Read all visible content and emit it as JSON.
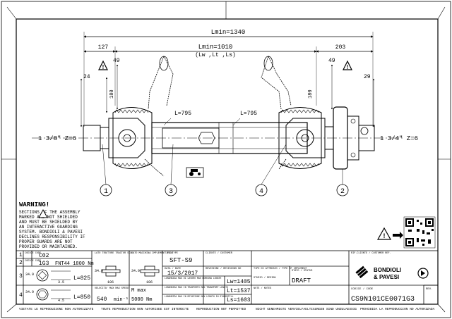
{
  "dimensions": {
    "total_length": "Lmin=1340",
    "inner_length": "Lmin=1010",
    "inner_sub": "(Lw ,Lt ,Ls)",
    "left_offset": "127",
    "right_offset": "203",
    "left_49": "49",
    "right_49": "49",
    "left_24": "24",
    "right_29": "29",
    "left_dia": "180",
    "right_dia": "180",
    "left_guard": "L=795",
    "right_guard": "L=795"
  },
  "shafts": {
    "left": "1 3/8\" Z=6",
    "right": "1 3/4\" Z=6"
  },
  "callouts": [
    "1",
    "2",
    "3",
    "4"
  ],
  "warning": {
    "title": "WARNING!",
    "lines": [
      "SECTIONS OF THE ASSEMBLY",
      "MARKED     ARE NOT SHIELDED",
      "AND MUST BE SHIELDED BY",
      "AN INTERACTIVE GUARDING",
      "SYSTEM. BONDIOLI & PAVESI",
      "DECLINES RESPONSIBILITY IF",
      "PROPER GUARDS ARE NOT",
      "PROVIDED OR MAINTAINED."
    ]
  },
  "table": {
    "rows": [
      {
        "num": "1",
        "code_label": "CODICE CODE",
        "code": "C02"
      },
      {
        "num": "2",
        "code_label": "CODICE CODE",
        "code": "1G3",
        "spec": "FNT44 1800 Nm"
      },
      {
        "num": "3",
        "code": "L=825",
        "dim1": "34.9",
        "dim2": "3.5"
      },
      {
        "num": "4",
        "code": "L=850",
        "dim1": "34.9",
        "dim2": "4.5"
      }
    ],
    "type_label": "LATO TRATTORE TRACTOR SIDE",
    "impl_label": "LATO MACCHINA IMPLEMENT SIDE",
    "dims": [
      "34.9",
      "106",
      "34.9",
      "106"
    ],
    "speed_label": "VELOCITA' MAX MAX SPEED",
    "speed": "540",
    "speed_unit": "min⁻¹",
    "torque_label": "M max",
    "torque": "5000 Nm",
    "tipo_label": "TIPO-TYPE",
    "tipo": "SFT-S9",
    "date_label": "DATA / DATE",
    "date": "15/3/2017",
    "cliente_label": "CLIENTE / CUSTOMER",
    "lw_label": "LUNGHEZZA MAX DI LAVORO MAX WORKING LENGTH",
    "lw": "Lw=1405",
    "lt_label": "LUNGHEZZA MAX IN TRASPORTO MAX TRANSPORT LENGTH",
    "lt": "Lt=1537",
    "ls_label": "LUNGHEZZA MAX IN ROTAZIONE MAX LENGTH IN STANDSTILL",
    "ls": "Ls=1603",
    "revisioni_label": "REVISIONI / REVISIONS NO",
    "tipo_attrezzo_label": "TIPO DI ATTREZZO / TYPE OF IMPLEMENT",
    "studio_label": "STUDIO / DESIGN",
    "stato_label": "STATO / STATUS",
    "stato": "DRAFT",
    "note_label": "NOTE / NOTES",
    "rif_label": "RIF.CLIENTE / CUSTOMER REF.",
    "codice_label": "CODICE / CODE",
    "codice": "CS9N101CE0071G3",
    "rev_label": "REV.",
    "brand1": "BONDIOLI",
    "brand2": "& PAVESI"
  },
  "footer": [
    "VIETATE LE RIPRODUZIONI NON AUTORIZZATE",
    "TOUTE REPRODUCTION NON AUTORISEE EST INTERDITE",
    "REPRODUCTION NOT PERMITTED",
    "NICHT GENEHMIGTE VERVIELFAELTIGUNGEN SIND UNZULAESSIG",
    "PROHIBIDA LA REPRODUCCION NO AUTORIZADA"
  ]
}
